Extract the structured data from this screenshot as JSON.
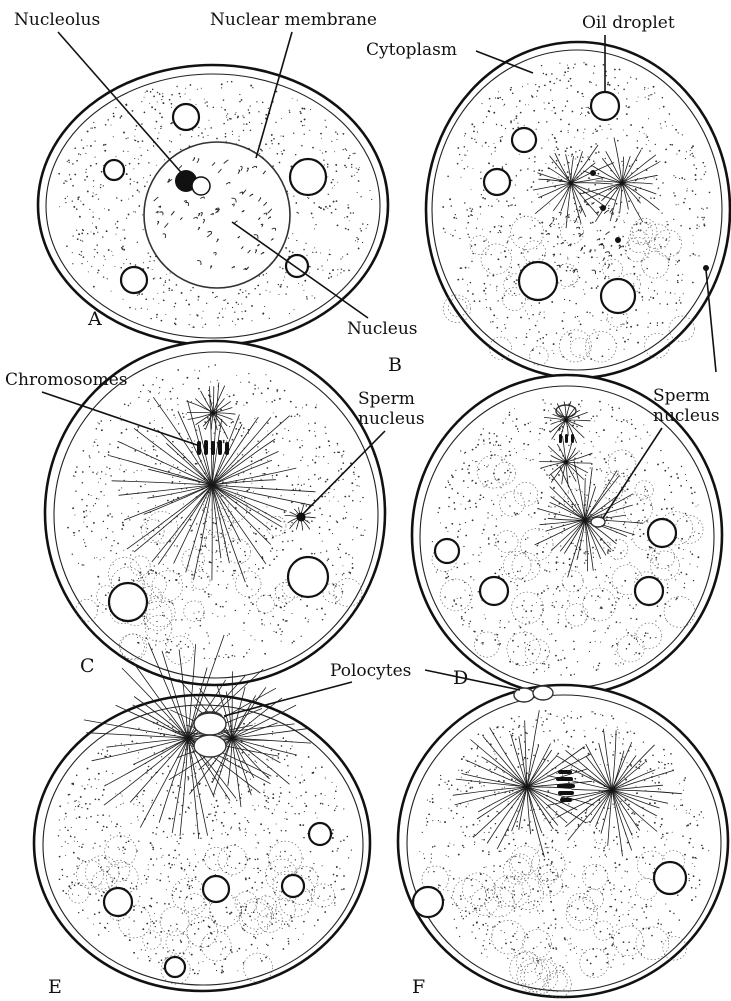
{
  "labels": {
    "nucleolus": "Nucleolus",
    "nuclear_membrane": "Nuclear membrane",
    "nucleus": "Nucleus",
    "oil_droplet": "Oil droplet",
    "cytoplasm": "Cytoplasm",
    "chromosomes": "Chromosomes",
    "sperm_nucleus_c_line1": "Sperm",
    "sperm_nucleus_c_line2": "nucleus",
    "sperm_nucleus_d_line1": "Sperm",
    "sperm_nucleus_d_line2": "nucleus",
    "polocytes": "Polocytes"
  },
  "panels": {
    "a": "A",
    "b": "B",
    "c": "C",
    "d": "D",
    "e": "E",
    "f": "F"
  }
}
